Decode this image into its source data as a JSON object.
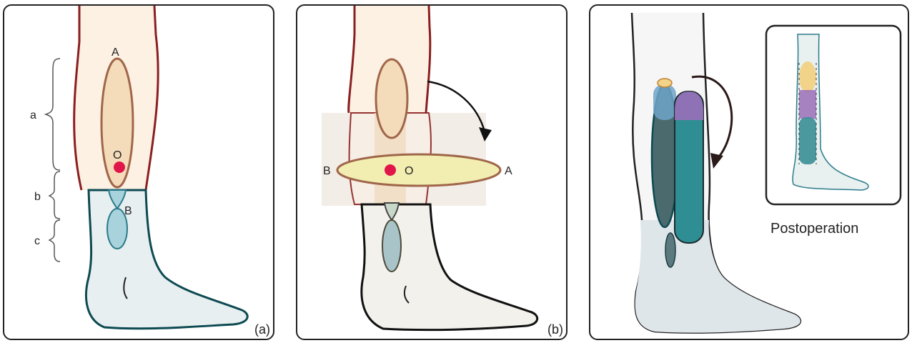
{
  "panel_a": {
    "label": "(a)",
    "point_top": "A",
    "point_center": "O",
    "point_bottom": "B",
    "segment_a": "a",
    "segment_b": "b",
    "segment_c": "c"
  },
  "panel_b": {
    "label": "(b)",
    "point_left": "B",
    "point_center": "O",
    "point_right": "A"
  },
  "panel_c": {
    "inset_caption": "Postoperation"
  },
  "colors": {
    "skin": "#fdf1e4",
    "thigh_outline": "#8b1f1f",
    "flap_fill": "#f4dcba",
    "flap_outline": "#a0664a",
    "foot_fill": "#e8eff0",
    "foot_outline": "#0d4a52",
    "pedicle_fill": "#a9d3dc",
    "pivot_dot": "#e0164a",
    "rotated_flap": "#f2eeb2",
    "teal_flap": "#2f8d94",
    "purple": "#9a6fb8"
  }
}
